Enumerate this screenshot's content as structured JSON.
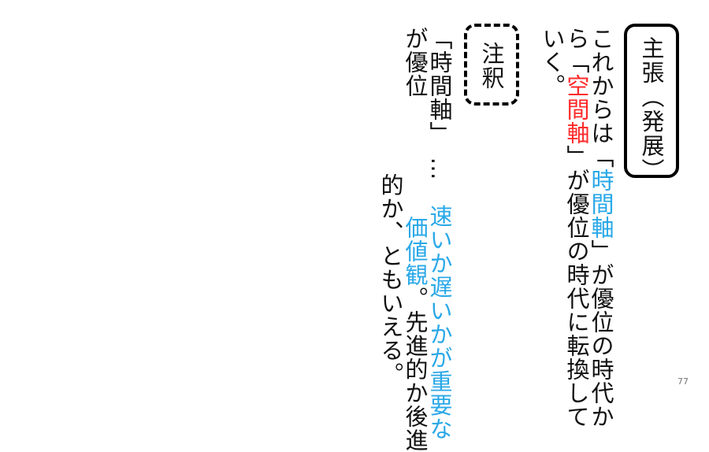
{
  "colors": {
    "accent_red": "#ff2a2a",
    "accent_blue": "#29a8e8",
    "text": "#111111"
  },
  "label_main": "主張（発展）",
  "label_note": "注釈",
  "main_text": {
    "c1_a": "これからは「",
    "c1_b": "時間軸",
    "c1_c": "」が優位の時代か",
    "c2_a": "ら「",
    "c2_b": "空間軸",
    "c2_c": "」が優位の時代に転換して",
    "c3": "いく。"
  },
  "note_text": {
    "c1_a": "「時間軸」　…　",
    "c1_b": "速いか遅いかが重要な",
    "c2_a": "が優位",
    "c2_gap": "　　　　　",
    "c2_b": "価値観",
    "c2_c": "。先進的か後進",
    "c3": "的か、ともいえる。"
  },
  "page_number": "77"
}
